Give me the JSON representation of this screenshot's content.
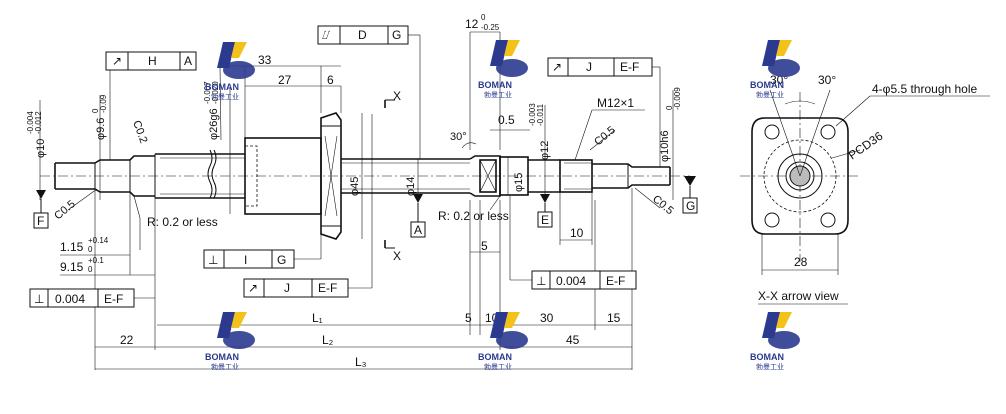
{
  "dims": {
    "d10": "φ10",
    "d10_tol_up": "-0.004",
    "d10_tol_lo": "-0.012",
    "d96": "φ9.6",
    "d96_tol_up": "0",
    "d96_tol_lo": "-0.09",
    "d26": "φ26g6",
    "d26_tol_up": "-0.007",
    "d26_tol_lo": "-0.020",
    "d45": "φ45",
    "d14": "φ14",
    "d12": "φ12",
    "d12_tol_up": "-0.003",
    "d12_tol_lo": "-0.011",
    "d15": "φ15",
    "d10h6": "φ10h6",
    "d10h6_tol_up": "0",
    "d10h6_tol_lo": "-0.009",
    "c02": "C0.2",
    "c05a": "C0.5",
    "c05b": "C0.5",
    "c05c": "C0.5",
    "m12": "M12×1",
    "r02a": "R: 0.2 or less",
    "r02b": "R: 0.2 or less",
    "len33": "33",
    "len27": "27",
    "len6": "6",
    "len12": "12",
    "len12_tol_up": "0",
    "len12_tol_lo": "-0.25",
    "len05": "0.5",
    "len5a": "5",
    "len10a": "10",
    "len115": "1.15",
    "len115_tol_up": "+0.14",
    "len115_tol_lo": "0",
    "len915": "9.15",
    "len915_tol_up": "+0.1",
    "len915_tol_lo": "0",
    "ang30a": "30°",
    "L1": "L₁",
    "L2": "L₂",
    "L3": "L₃",
    "len22": "22",
    "len5b": "5",
    "len10b": "10",
    "len30": "30",
    "len15": "15",
    "len45": "45"
  },
  "frames": {
    "H": {
      "sym": "↗",
      "ref": "H",
      "datum": "A"
    },
    "D": {
      "sym": "⌰",
      "ref": "D",
      "datum": "G"
    },
    "Jtop": {
      "sym": "↗",
      "ref": "J",
      "datum": "E-F"
    },
    "I": {
      "sym": "⊥",
      "ref": "I",
      "datum": "G"
    },
    "Jmid": {
      "sym": "↗",
      "ref": "J",
      "datum": "E-F"
    },
    "perpR": {
      "sym": "⊥",
      "val": "0.004",
      "datum": "E-F"
    },
    "perpL": {
      "sym": "⊥",
      "val": "0.004",
      "datum": "E-F"
    }
  },
  "datums": {
    "F": "F",
    "A": "A",
    "E": "E",
    "G": "G"
  },
  "section": {
    "x1": "X",
    "x2": "X"
  },
  "side": {
    "ang1": "30°",
    "ang2": "30°",
    "holes": "4-φ5.5 through hole",
    "pcd": "PCD36",
    "width": "28",
    "caption": "X-X arrow view"
  },
  "logo": {
    "name": "BOMAN",
    "cn": "勃曼工业"
  }
}
